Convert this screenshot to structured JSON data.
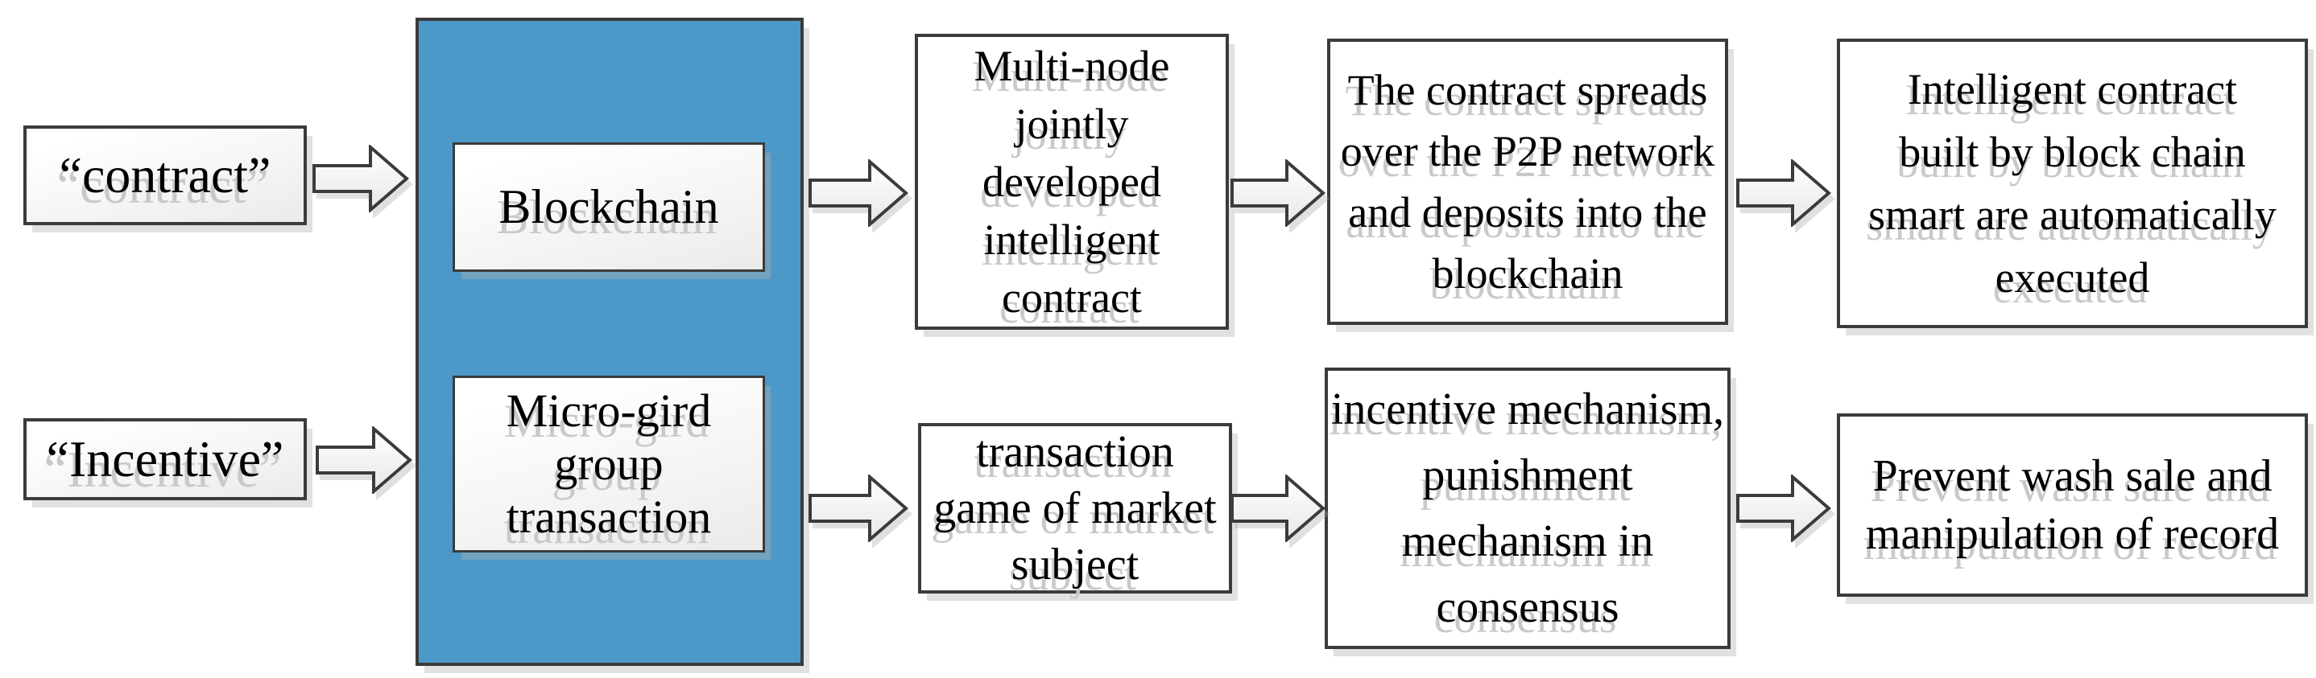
{
  "diagram": {
    "title": "Blockchain smart contract flow diagram",
    "colors": {
      "container_fill": "#4c99c9",
      "border": "#3b3b3b",
      "text": "#000000",
      "text_shadow": "#c9c9c9"
    },
    "nodes": {
      "contract": {
        "label": "“contract”"
      },
      "incentive": {
        "label": "“Incentive”"
      },
      "blockchain": {
        "label": "Blockchain"
      },
      "microgrid": {
        "label": "Micro-gird\ngroup\ntransaction"
      },
      "multinode": {
        "label": "Multi-node\njointly\ndeveloped\nintelligent\ncontract"
      },
      "spreads": {
        "label": "The contract spreads\nover the P2P network\nand deposits into the\nblockchain"
      },
      "intelligent": {
        "label": "Intelligent contract\nbuilt by block chain\nsmart are automatically\nexecuted"
      },
      "transaction": {
        "label": "transaction\ngame of market\nsubject"
      },
      "incentive_mechanism": {
        "label": "incentive mechanism,\npunishment\nmechanism in\nconsensus"
      },
      "prevent": {
        "label": "Prevent wash sale and\nmanipulation of record"
      }
    },
    "edges": [
      "contract -> blockchain-container",
      "incentive -> blockchain-container",
      "blockchain-container -> multinode",
      "multinode -> spreads",
      "spreads -> intelligent",
      "blockchain-container -> transaction",
      "transaction -> incentive_mechanism",
      "incentive_mechanism -> prevent"
    ]
  }
}
